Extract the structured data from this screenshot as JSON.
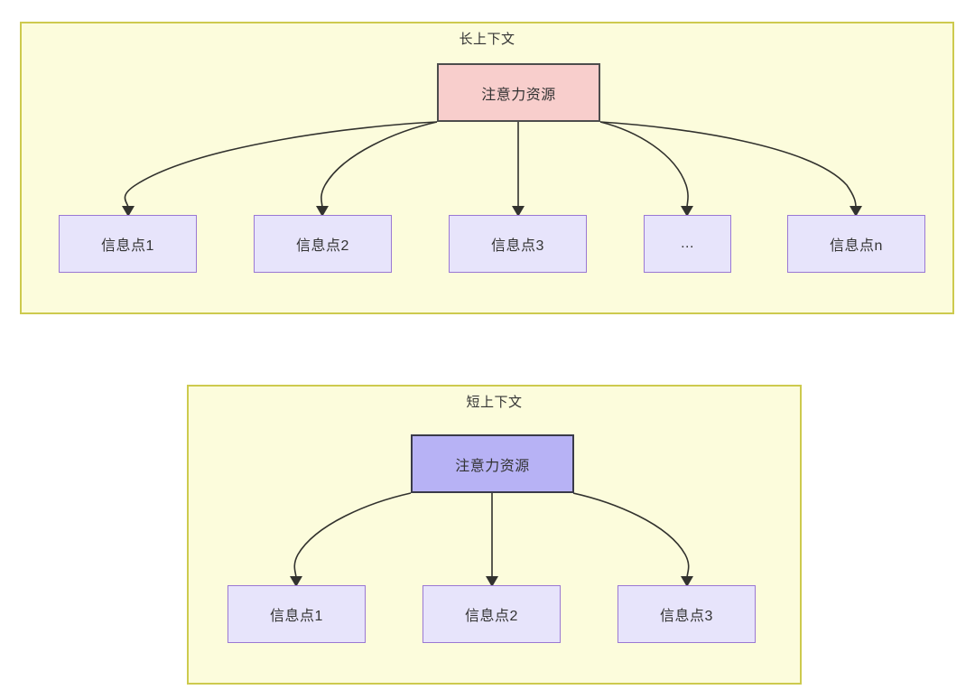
{
  "diagram": {
    "type": "flowchart",
    "background": "#ffffff",
    "palette": {
      "group_fill": "#fcfcdc",
      "group_stroke": "#cdca4e",
      "root_long_fill": "#f8cecc",
      "root_long_stroke": "#4d4d4d",
      "root_short_fill": "#b7b2f5",
      "root_short_stroke": "#3a3a49",
      "leaf_fill": "#e7e4fb",
      "leaf_stroke": "#9a78d4",
      "edge_stroke": "#32322e",
      "text": "#333333"
    },
    "groups": [
      {
        "id": "long-context",
        "title": "长上下文",
        "root": {
          "label": "注意力资源"
        },
        "leaves": [
          {
            "label": "信息点1"
          },
          {
            "label": "信息点2"
          },
          {
            "label": "信息点3"
          },
          {
            "label": "..."
          },
          {
            "label": "信息点n"
          }
        ]
      },
      {
        "id": "short-context",
        "title": "短上下文",
        "root": {
          "label": "注意力资源"
        },
        "leaves": [
          {
            "label": "信息点1"
          },
          {
            "label": "信息点2"
          },
          {
            "label": "信息点3"
          }
        ]
      }
    ]
  }
}
